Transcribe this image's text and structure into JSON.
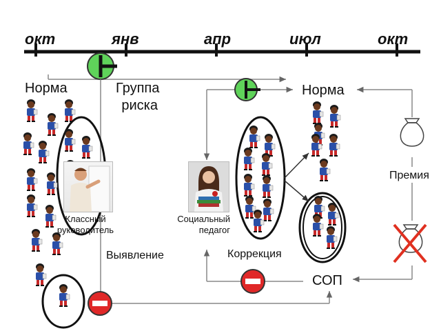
{
  "timeline": {
    "months": [
      "окт",
      "янв",
      "апр",
      "июл",
      "окт"
    ]
  },
  "labels": {
    "norm_left": "Норма",
    "risk_group_line1": "Группа",
    "risk_group_line2": "риска",
    "norm_right": "Норма",
    "bonus": "Премия",
    "detection": "Выявление",
    "correction": "Коррекция",
    "sop": "СОП",
    "teacher_line1": "Классный",
    "teacher_line2": "руководитель",
    "pedagogue_line1": "Социальный",
    "pedagogue_line2": "педагог"
  },
  "colors": {
    "plus_badge": "#5fd35a",
    "minus_badge": "#e02828",
    "cross": "#e03020",
    "student_body": "#2a4fa8",
    "student_pants": "#c62828"
  },
  "icons": [
    "plus-badge-icon",
    "minus-badge-icon",
    "money-bag-icon",
    "crossed-money-bag-icon",
    "student-icon"
  ]
}
